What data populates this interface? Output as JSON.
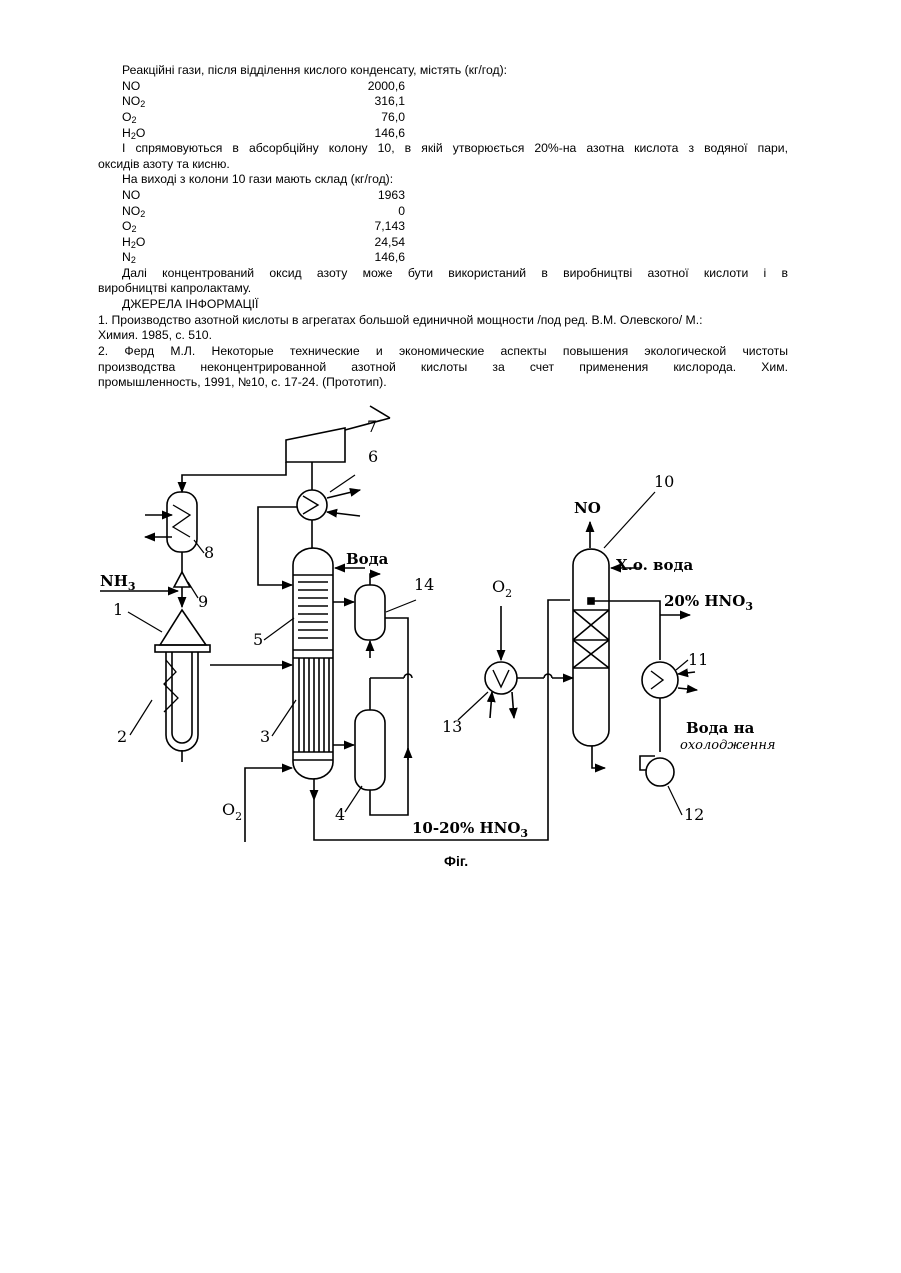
{
  "intro": "Реакційні гази, після відділення кислого конденсату, містять (кг/год):",
  "table1": [
    {
      "name": "NO",
      "sub": "",
      "value": "2000,6"
    },
    {
      "name": "NO",
      "sub": "2",
      "value": "316,1"
    },
    {
      "name": "O",
      "sub": "2",
      "value": "76,0"
    },
    {
      "name": "H",
      "sub": "2",
      "name2": "O",
      "value": "146,6"
    }
  ],
  "para1_line1": "І спрямовуються в абсорбційну колону 10, в якій утворюється 20%-на азотна кислота з водяної пари,",
  "para1_line2": "оксидів азоту та кисню.",
  "intro2": "На виході з колони 10 гази мають склад (кг/год):",
  "table2": [
    {
      "name": "NO",
      "sub": "",
      "value": "1963"
    },
    {
      "name": "NO",
      "sub": "2",
      "value": "0"
    },
    {
      "name": "O",
      "sub": "2",
      "value": "7,143"
    },
    {
      "name": "H",
      "sub": "2",
      "name2": "O",
      "value": "24,54"
    },
    {
      "name": "N",
      "sub": "2",
      "value": "146,6"
    }
  ],
  "para2_line1": "Далі концентрований оксид азоту може бути використаний в виробництві азотної кислоти і в",
  "para2_line2": "виробництві капролактаму.",
  "sources_heading": "ДЖЕРЕЛА ІНФОРМАЦІЇ",
  "ref1_line1": "1. Производство азотной кислоты в агрегатах большой единичной мощности /под ред. В.М. Олевского/ М.:",
  "ref1_line2": "Химия. 1985, с. 510.",
  "ref2_line1": "2. Ферд М.Л. Некоторые технические и экономические аспекты повышения экологической чистоты",
  "ref2_line2": "производства неконцентрированной азотной кислоты за счет применения кислорода. Хим.",
  "ref2_line3": "промышленность, 1991, №10, с. 17-24. (Прототип).",
  "figure": {
    "caption": "Фіг.",
    "labels": {
      "n1": "1",
      "n2": "2",
      "n3": "3",
      "n4": "4",
      "n5": "5",
      "n6": "6",
      "n7": "7",
      "n8": "8",
      "n9": "9",
      "n10": "10",
      "n11": "11",
      "n12": "12",
      "n13": "13",
      "n14": "14",
      "nh3": "NH",
      "nh3_sub": "3",
      "o2_left": "O",
      "o2_left_sub": "2",
      "o2_top": "O",
      "o2_top_sub": "2",
      "voda": "Вода",
      "no": "NO",
      "xo_voda": "X.o. вода",
      "hno3_20": "20% HNO",
      "hno3_20_sub": "3",
      "hno3_10_20": "10-20% HNO",
      "hno3_10_20_sub": "3",
      "voda_na": "Вода на",
      "oxolodzhennya": "охолодження"
    }
  }
}
